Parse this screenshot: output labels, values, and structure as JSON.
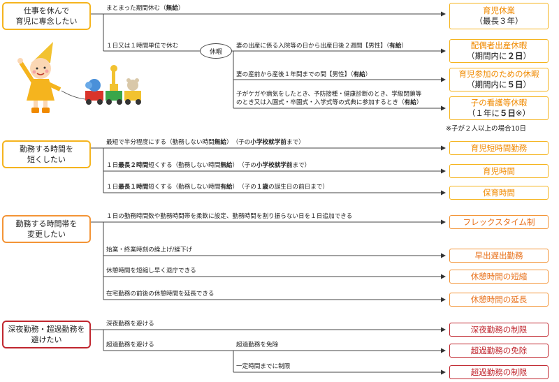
{
  "left_boxes": [
    {
      "label": "仕事を休んで\n育児に専念したい"
    },
    {
      "label": "勤務する時間を\n短くしたい"
    },
    {
      "label": "勤務する時間帯を\n変更したい"
    },
    {
      "label": "深夜勤務・超過勤務を\n避けたい"
    }
  ],
  "oval_label": "休暇",
  "rows": [
    {
      "text_pre": "まとまった期間休む（",
      "text_bold": "無給",
      "text_post": "）",
      "box_title": "育児休業",
      "box_sub_pre": "（最長３年）",
      "box_sub_bold": "",
      "box_sub_post": ""
    },
    {
      "text_pre": "１日又は１時間単位で休む",
      "text_bold": "",
      "text_post": "",
      "box_title": "",
      "box_sub_pre": "",
      "box_sub_bold": "",
      "box_sub_post": ""
    },
    {
      "text_pre": "妻の出産に係る入院等の日から出産日後２週間【男性】（",
      "text_bold": "有給",
      "text_post": "）",
      "box_title": "配偶者出産休暇",
      "box_sub_pre": "（期間内に",
      "box_sub_bold": "２日",
      "box_sub_post": "）"
    },
    {
      "text_pre": "妻の産前から産後１年間までの間【男性】（",
      "text_bold": "有給",
      "text_post": "）",
      "box_title": "育児参加のための休暇",
      "box_sub_pre": "（期間内に",
      "box_sub_bold": "５日",
      "box_sub_post": "）"
    },
    {
      "text_pre": "子がケガや病気をしたとき、予防接種・健康診断のとき、学級閉鎖等",
      "text_bold": "",
      "text_post": "",
      "box_title": "子の看護等休暇",
      "box_sub_pre": "（１年に",
      "box_sub_bold": "５日",
      "box_sub_post": "※）"
    },
    {
      "text_pre": "のとき又は入園式・卒園式・入学式等の式典に参加するとき（",
      "text_bold": "有給",
      "text_post": "）",
      "box_title": "",
      "box_sub_pre": "",
      "box_sub_bold": "",
      "box_sub_post": ""
    }
  ],
  "note": "※子が２人以上の場合10日",
  "short_rows": [
    {
      "t1": "最短で半分程度にする（勤務しない時間",
      "b1": "無給",
      "t2": "）　（子の",
      "b2": "小学校就学前",
      "t3": "まで）",
      "box": "育児短時間勤務"
    },
    {
      "t1": "１日",
      "b1": "最長２時間",
      "t2": "短くする（勤務しない時間",
      "b2": "無給",
      "t3": "）　（子の",
      "b3": "小学校就学前",
      "t4": "まで）",
      "box": "育児時間"
    },
    {
      "t1": "１日",
      "b1": "最長１時間",
      "t2": "短くする（勤務しない時間",
      "b2": "有給",
      "t3": "）　（子の",
      "b3": "１歳",
      "t4": "の誕生日の前日まで）",
      "box": "保育時間"
    }
  ],
  "shift_rows": [
    {
      "text": "１日の勤務時間数や勤務時間帯を柔軟に設定、勤務時間を割り振らない日を１日追加できる",
      "box": "フレックスタイム制"
    },
    {
      "text": "始業・終業時刻の繰上げ/繰下げ",
      "box": "早出遅出勤務"
    },
    {
      "text": "休憩時間を短縮し早く退庁できる",
      "box": "休憩時間の短縮"
    },
    {
      "text": "在宅勤務の前後の休憩時間を延長できる",
      "box": "休憩時間の延長"
    }
  ],
  "night_rows": [
    {
      "text": "深夜勤務を避ける",
      "box": "深夜勤務の制限"
    },
    {
      "text": "超過勤務を避ける",
      "text2": "超過勤務を免除",
      "box": "超過勤務の免除"
    },
    {
      "text2": "一定時間までに制限",
      "box": "超過勤務の制限"
    }
  ],
  "colors": {
    "yellow": "#f5b41e",
    "orange": "#f39436",
    "red": "#c0262e"
  }
}
